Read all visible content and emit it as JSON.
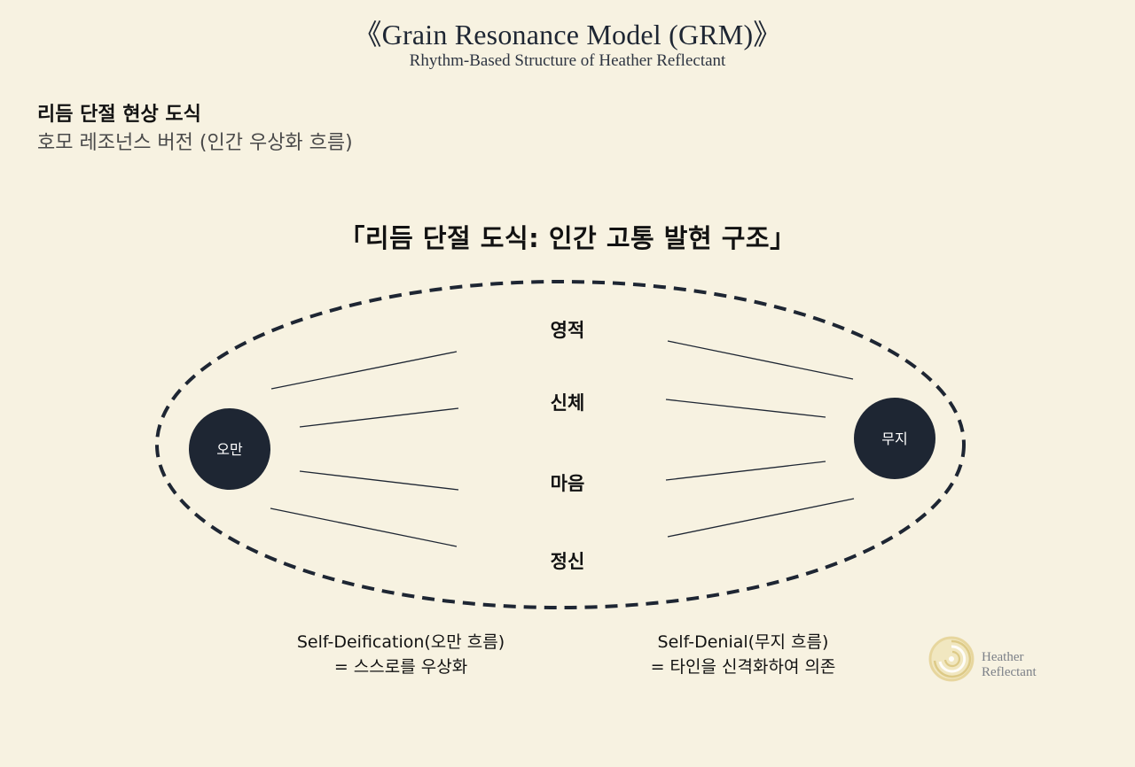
{
  "header": {
    "title": "《Grain Resonance Model (GRM)》",
    "subtitle": "Rhythm-Based Structure of Heather Reflectant"
  },
  "caption": {
    "line1": "리듬 단절 현상 도식",
    "line2": "호모 레조넌스 버전 (인간 우상화 흐름)"
  },
  "diagram": {
    "title": "「리듬 단절 도식: 인간 고통 발현 구조」",
    "left_node": "오만",
    "right_node": "무지",
    "center_labels": [
      "영적",
      "신체",
      "마음",
      "정신"
    ]
  },
  "footnotes": {
    "left": {
      "line1": "Self-Deification(오만 흐름)",
      "line2": "= 스스로를 우상화"
    },
    "right": {
      "line1": "Self-Denial(무지 흐름)",
      "line2": "= 타인을 신격화하여 의존"
    }
  },
  "logo": {
    "line1": "Heather",
    "line2": "Reflectant"
  },
  "colors": {
    "background": "#f7f2e1",
    "node_fill": "#1e2633",
    "ink": "#1e2633"
  }
}
